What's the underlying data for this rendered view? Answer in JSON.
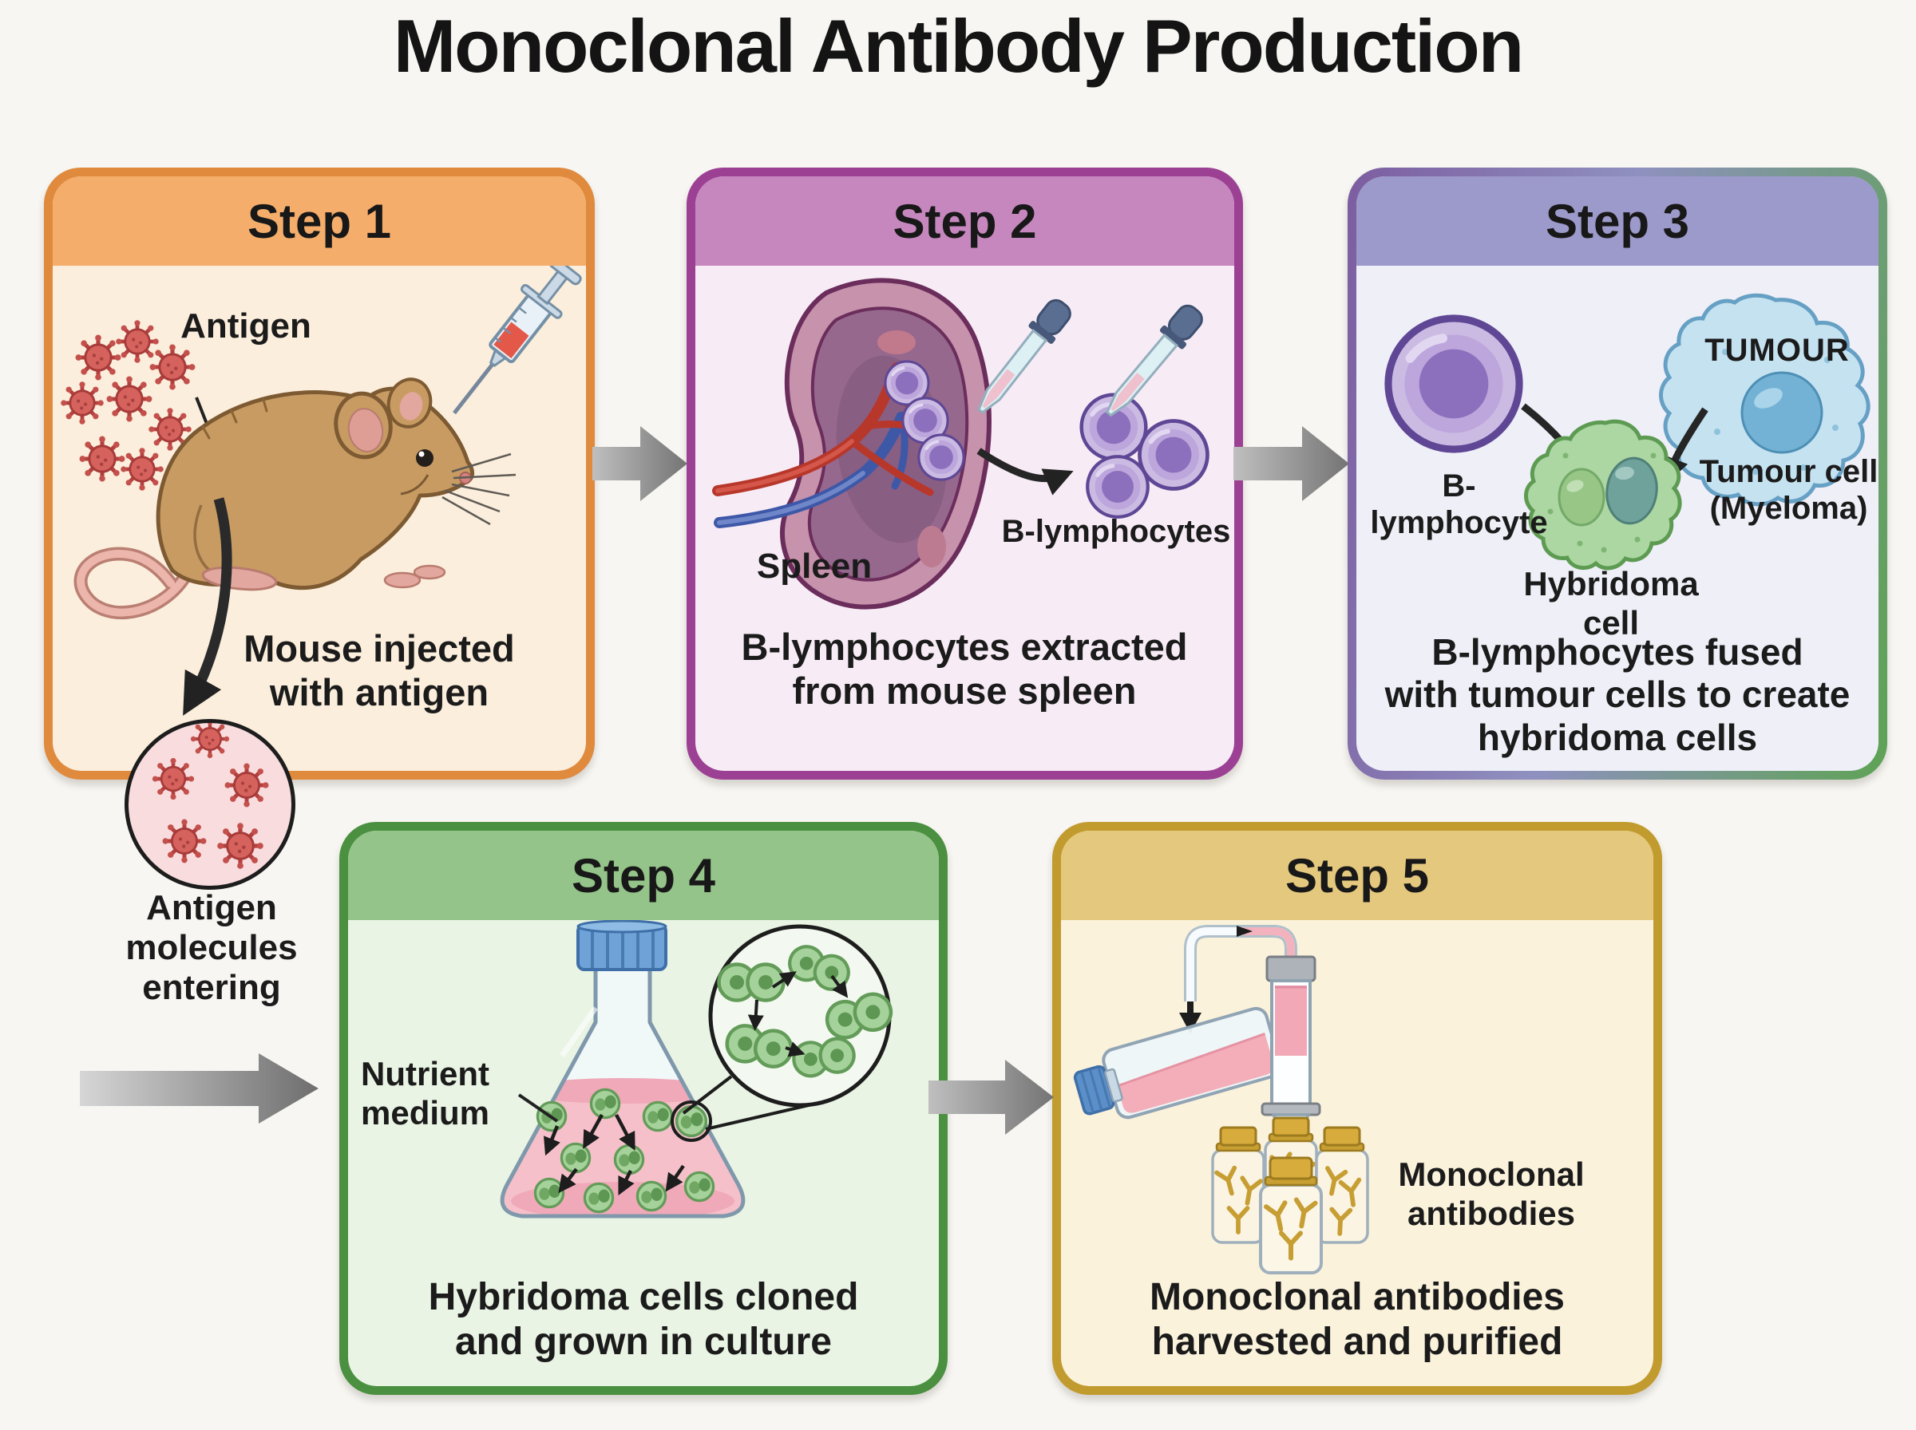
{
  "title": "Monoclonal Antibody Production",
  "steps": [
    {
      "header": "Step 1",
      "caption_lines": [
        "Mouse injected",
        "with antigen"
      ],
      "labels": {
        "antigen": "Antigen"
      }
    },
    {
      "header": "Step 2",
      "caption_lines": [
        "B-lymphocytes extracted",
        "from mouse spleen"
      ],
      "labels": {
        "spleen": "Spleen",
        "b_lymphocytes": "B-lymphocytes"
      }
    },
    {
      "header": "Step 3",
      "caption_lines": [
        "B-lymphocytes fused",
        "with tumour cells to create",
        "hybridoma cells"
      ],
      "labels": {
        "b_lymphocyte": "B-lymphocyte",
        "tumour_badge": "TUMOUR",
        "tumour_cell_lines": [
          "Tumour cell",
          "(Myeloma)"
        ],
        "hybridoma": "Hybridoma cell"
      }
    },
    {
      "header": "Step 4",
      "caption_lines": [
        "Hybridoma cells cloned",
        "and grown in culture"
      ],
      "labels": {
        "nutrient_lines": [
          "Nutrient",
          "medium"
        ]
      }
    },
    {
      "header": "Step 5",
      "caption_lines": [
        "Monoclonal antibodies",
        "harvested and purified"
      ],
      "labels": {
        "monoclonal_lines": [
          "Monoclonal",
          "antibodies"
        ]
      }
    }
  ],
  "annotations": {
    "antigen_molecules_lines": [
      "Antigen",
      "molecules",
      "entering"
    ]
  },
  "colors": {
    "page_bg": "#F7F6F2",
    "title_text": "#141414",
    "body_text": "#1B1B1B",
    "step1_border": "#E08A3E",
    "step1_header": "#F5AD6B",
    "step1_body": "#FBEEDC",
    "step2_border": "#9C4094",
    "step2_header": "#C687BE",
    "step2_body": "#F7ECF6",
    "step3_border_left": "#7C5DA0",
    "step3_border_right": "#5EA355",
    "step3_header": "#9C99CB",
    "step3_body": "#EFEFF8",
    "step4_border": "#4A9040",
    "step4_header": "#94C489",
    "step4_body": "#E9F4E4",
    "step5_border": "#C29B2F",
    "step5_header": "#E4C87D",
    "step5_body": "#FAF2DB",
    "flow_arrow_light": "#C8C8C8",
    "flow_arrow_dark": "#6F6F6F",
    "antigen_red": "#D5625C",
    "hybridoma_green": "#ACD7A3",
    "tumour_blue": "#C5E2F1",
    "lymphocyte_purple": "#8C70BD",
    "medium_pink": "#F6C0CA"
  }
}
